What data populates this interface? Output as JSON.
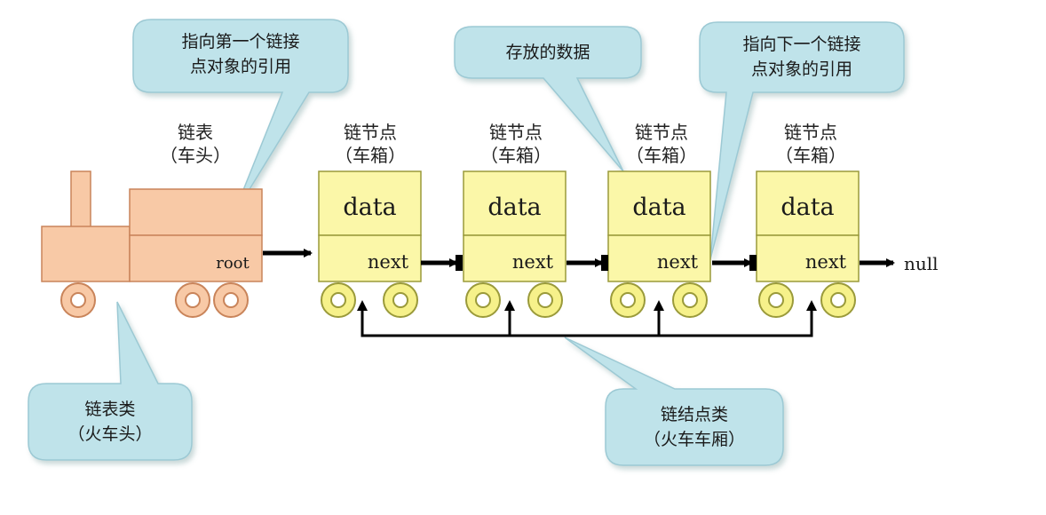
{
  "colors": {
    "engine_fill": "#f8c9a6",
    "engine_stroke": "#c9845a",
    "car_fill": "#fbf7a8",
    "car_stroke": "#9a9a3a",
    "wheel_car": "#f6f18a",
    "bubble_fill": "#bfe3ea",
    "bubble_stroke": "#9cc9d4",
    "arrow": "#000000"
  },
  "bubbles": {
    "first_ref": [
      "指向第一个链接",
      "点对象的引用"
    ],
    "data_store": [
      "存放的数据"
    ],
    "next_ref": [
      "指向下一个链接",
      "点对象的引用"
    ],
    "list_class": [
      "链表类",
      "（火车头）"
    ],
    "node_class": [
      "链结点类",
      "（火车车厢）"
    ]
  },
  "engine": {
    "label_line1": "链表",
    "label_line2": "（车头）",
    "root_label": "root"
  },
  "nodes": [
    {
      "title_line1": "链节点",
      "title_line2": "（车箱）",
      "data_label": "data",
      "next_label": "next"
    },
    {
      "title_line1": "链节点",
      "title_line2": "（车箱）",
      "data_label": "data",
      "next_label": "next"
    },
    {
      "title_line1": "链节点",
      "title_line2": "（车箱）",
      "data_label": "data",
      "next_label": "next"
    },
    {
      "title_line1": "链节点",
      "title_line2": "（车箱）",
      "data_label": "data",
      "next_label": "next"
    }
  ],
  "null_label": "null"
}
